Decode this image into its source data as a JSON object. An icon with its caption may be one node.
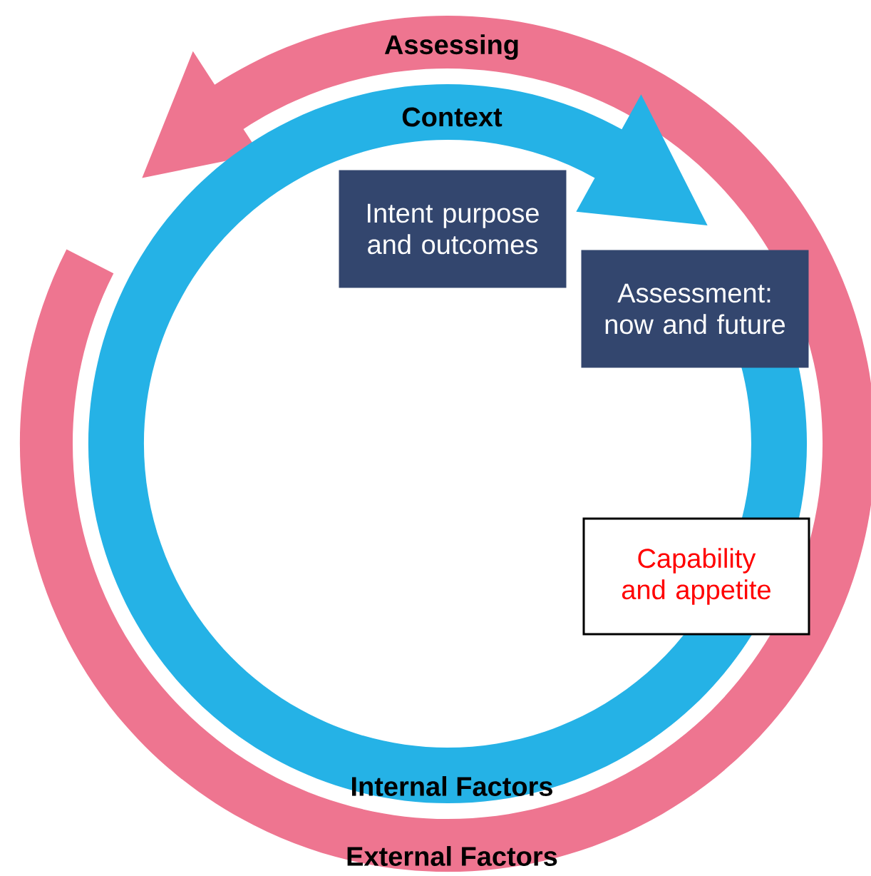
{
  "diagram": {
    "nodes": [
      {
        "text": [
          "Intent purpose and outcomes"
        ]
      },
      {
        "text": [
          "Assessment: now and future"
        ]
      },
      {
        "text": [
          "Capability and appetite"
        ]
      }
    ],
    "labels": [
      "Assessing",
      "Context",
      "Internal Factors",
      "External Factors"
    ]
  }
}
